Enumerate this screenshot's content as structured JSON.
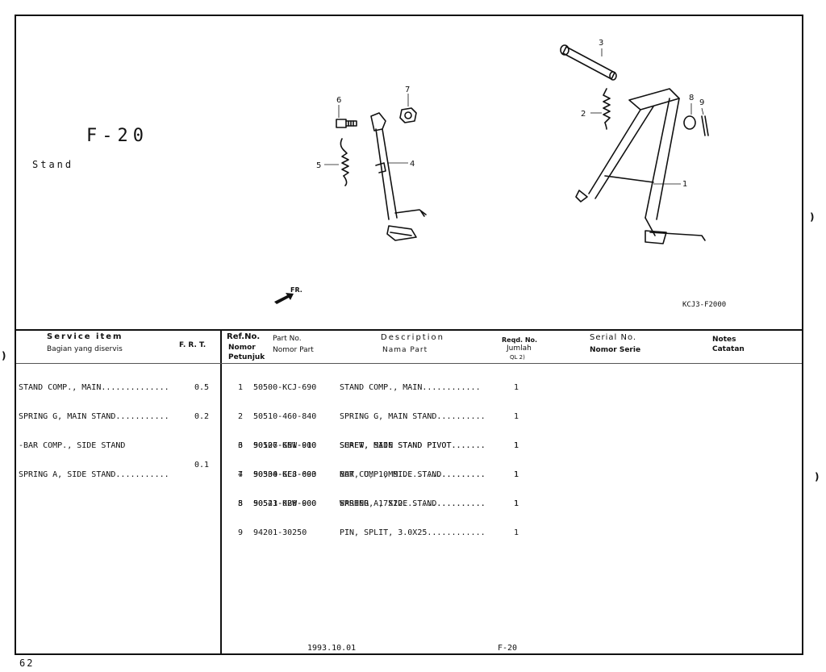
{
  "section": {
    "code": "F-20",
    "name": "Stand",
    "drawing_code": "KCJ3-F2000",
    "direction_label": "FR."
  },
  "callouts": [
    "1",
    "2",
    "3",
    "4",
    "5",
    "6",
    "7",
    "8",
    "9"
  ],
  "left_table": {
    "header_service": "Service item",
    "header_service_local": "Bagian yang diservis",
    "header_frt": "F. R. T.",
    "rows": [
      {
        "desc": "STAND COMP., MAIN..............",
        "frt": "0.5"
      },
      {
        "desc": "SPRING G, MAIN STAND...........",
        "frt": "0.2"
      },
      {
        "desc": "-BAR COMP., SIDE STAND",
        "frt": ""
      },
      {
        "desc": "SPRING A, SIDE STAND...........",
        "frt": "0.1"
      }
    ]
  },
  "right_table": {
    "header_ref": "Ref.No.",
    "header_ref_local": "Nomor Petunjuk",
    "header_part": "Part No.",
    "header_part_local": "Nomor Part",
    "header_desc": "Description",
    "header_desc_local": "Nama Part",
    "header_reqd": "Reqd. No.",
    "header_reqd_local": "Jumlah",
    "header_reqd_sub": "QL 2)",
    "header_serial": "Serial No.",
    "header_serial_local": "Nomor Serie",
    "header_notes": "Notes",
    "header_notes_local": "Catatan",
    "rows": [
      {
        "ref": "1",
        "part": "50500-KCJ-690",
        "desc": "STAND COMP., MAIN............",
        "qty": "1"
      },
      {
        "ref": "2",
        "part": "50510-460-840",
        "desc": "SPRING G, MAIN STAND..........",
        "qty": "1"
      },
      {
        "ref": "3",
        "part": "50526-KBW-900",
        "desc": "SHAFT, MAIN STAND PIVOT.......",
        "qty": "1"
      },
      {
        "ref": "4",
        "part": "50530-KCJ-690",
        "desc": "BAR COMP., SIDE STAND.........",
        "qty": "1"
      },
      {
        "ref": "5",
        "part": "50543-KBW-900",
        "desc": "SPRING A, SIDE STAND..........",
        "qty": "1"
      },
      {
        "ref": "6",
        "part": "90107-GN1-010",
        "desc": "SCREW, SIDE STAND PIVOT.......",
        "qty": "1"
      },
      {
        "ref": "7",
        "part": "90304-GE8-003",
        "desc": "NUT, U, 10MM..................",
        "qty": "1"
      },
      {
        "ref": "8",
        "part": "90521-028-000",
        "desc": "WASHER, 17X22.................",
        "qty": "1"
      },
      {
        "ref": "9",
        "part": "94201-30250",
        "desc": "PIN, SPLIT, 3.0X25............",
        "qty": "1"
      }
    ]
  },
  "footer": {
    "date": "1993.10.01",
    "code": "F-20",
    "page": "62"
  }
}
